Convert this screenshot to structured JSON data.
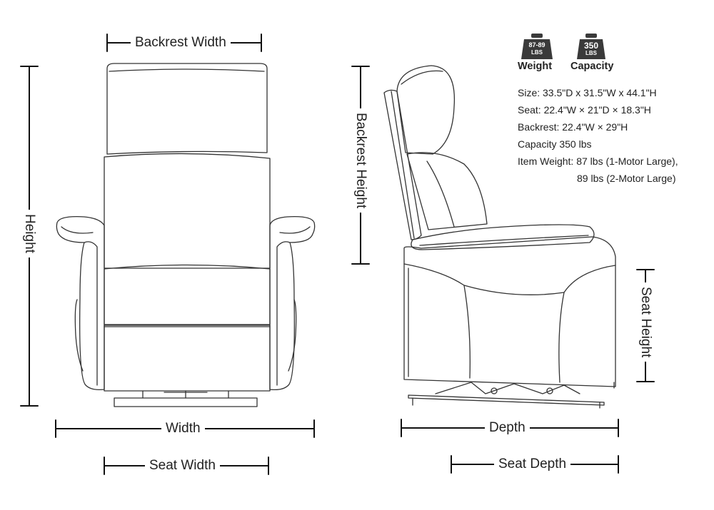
{
  "dimensions": {
    "backrest_width": "Backrest Width",
    "height": "Height",
    "width": "Width",
    "seat_width": "Seat Width",
    "backrest_height": "Backrest Height",
    "seat_height": "Seat Height",
    "depth": "Depth",
    "seat_depth": "Seat Depth"
  },
  "badges": {
    "weight": {
      "range": "87-89",
      "unit": "LBS",
      "caption": "Weight"
    },
    "capacity": {
      "range": "350",
      "unit": "LBS",
      "caption": "Capacity"
    }
  },
  "specs": {
    "size": "Size: 33.5\"D x 31.5\"W x 44.1\"H",
    "seat": "Seat: 22.4\"W × 21\"D × 18.3\"H",
    "backrest": "Backrest: 22.4\"W × 29\"H",
    "capacity": "Capacity 350 lbs",
    "item_weight_1": "Item Weight: 87 lbs (1-Motor Large),",
    "item_weight_2": "89 lbs (2-Motor Large)"
  },
  "colors": {
    "line": "#222222",
    "badge": "#3a3a3a"
  },
  "icons": [
    "weight-icon",
    "weight-icon"
  ]
}
